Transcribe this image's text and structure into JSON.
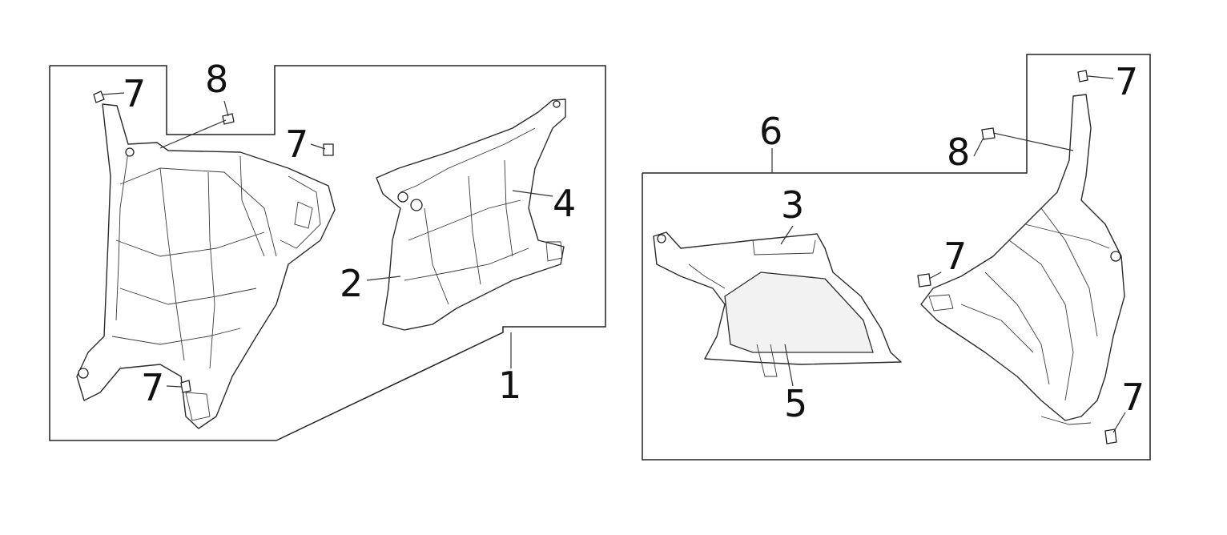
{
  "diagram": {
    "callouts": {
      "left_clip_top": "7",
      "left_screw_top": "8",
      "left_clip_mid": "7",
      "left_clip_bottom": "7",
      "part_4": "4",
      "part_2": "2",
      "assembly_1": "1",
      "assembly_6": "6",
      "part_3": "3",
      "part_5": "5",
      "right_clip_top": "7",
      "right_screw": "8",
      "right_clip_mid": "7",
      "right_clip_bottom": "7"
    }
  }
}
